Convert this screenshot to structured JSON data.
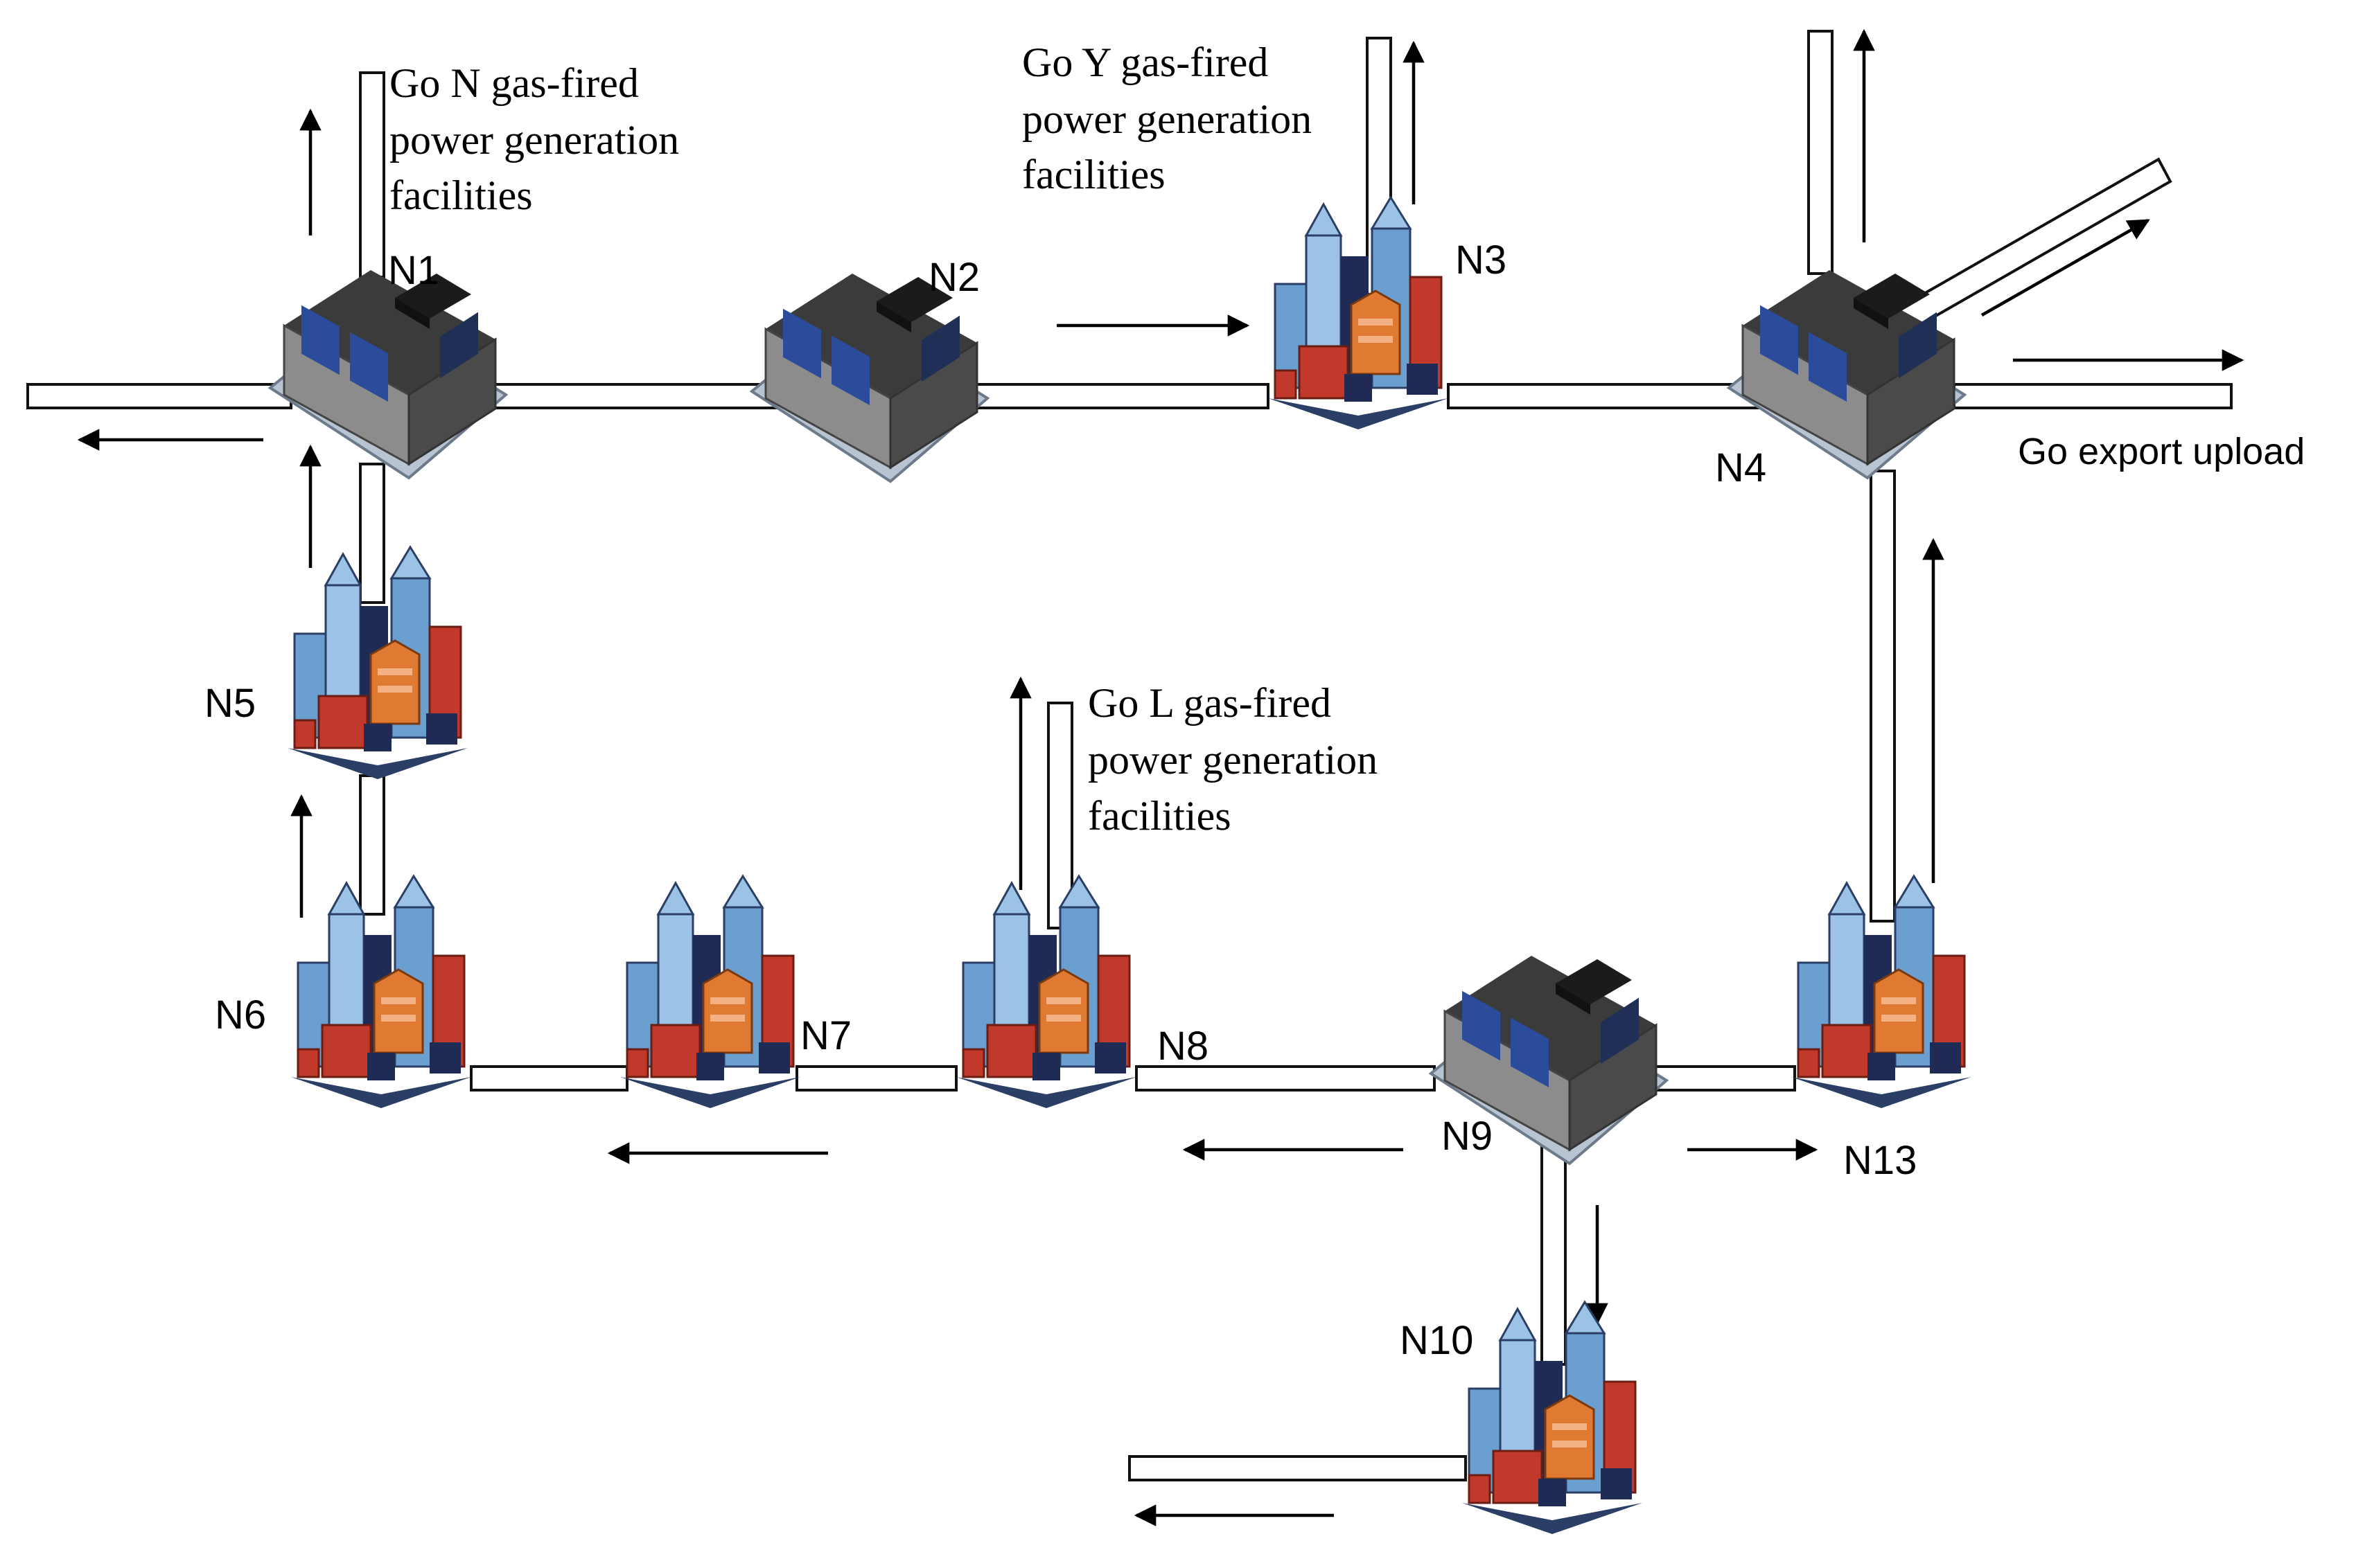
{
  "nodes": {
    "n1": "N1",
    "n2": "N2",
    "n3": "N3",
    "n4": "N4",
    "n5": "N5",
    "n6": "N6",
    "n7": "N7",
    "n8": "N8",
    "n9": "N9",
    "n10": "N10",
    "n13": "N13"
  },
  "node_types": {
    "n1": "station",
    "n2": "station",
    "n3": "city",
    "n4": "station",
    "n5": "city",
    "n6": "city",
    "n7": "city",
    "n8": "city",
    "n9": "station",
    "n10": "city",
    "n13": "city"
  },
  "annotations": {
    "n_facility": [
      "Go N gas-fired",
      "power generation",
      "facilities"
    ],
    "y_facility": [
      "Go Y gas-fired",
      "power generation",
      "facilities"
    ],
    "l_facility": [
      "Go L gas-fired",
      "power generation",
      "facilities"
    ],
    "export": "Go export upload"
  },
  "colors": {
    "pipe_fill": "#ffffff",
    "pipe_stroke": "#111111",
    "station_roof": "#3b3b3b",
    "station_wall": "#8c8c8c",
    "station_window": "#2b4c9b",
    "city_blue": "#6a9fd0",
    "city_dark": "#1f2a55",
    "city_orange": "#e07a32",
    "city_red": "#c0392b"
  }
}
